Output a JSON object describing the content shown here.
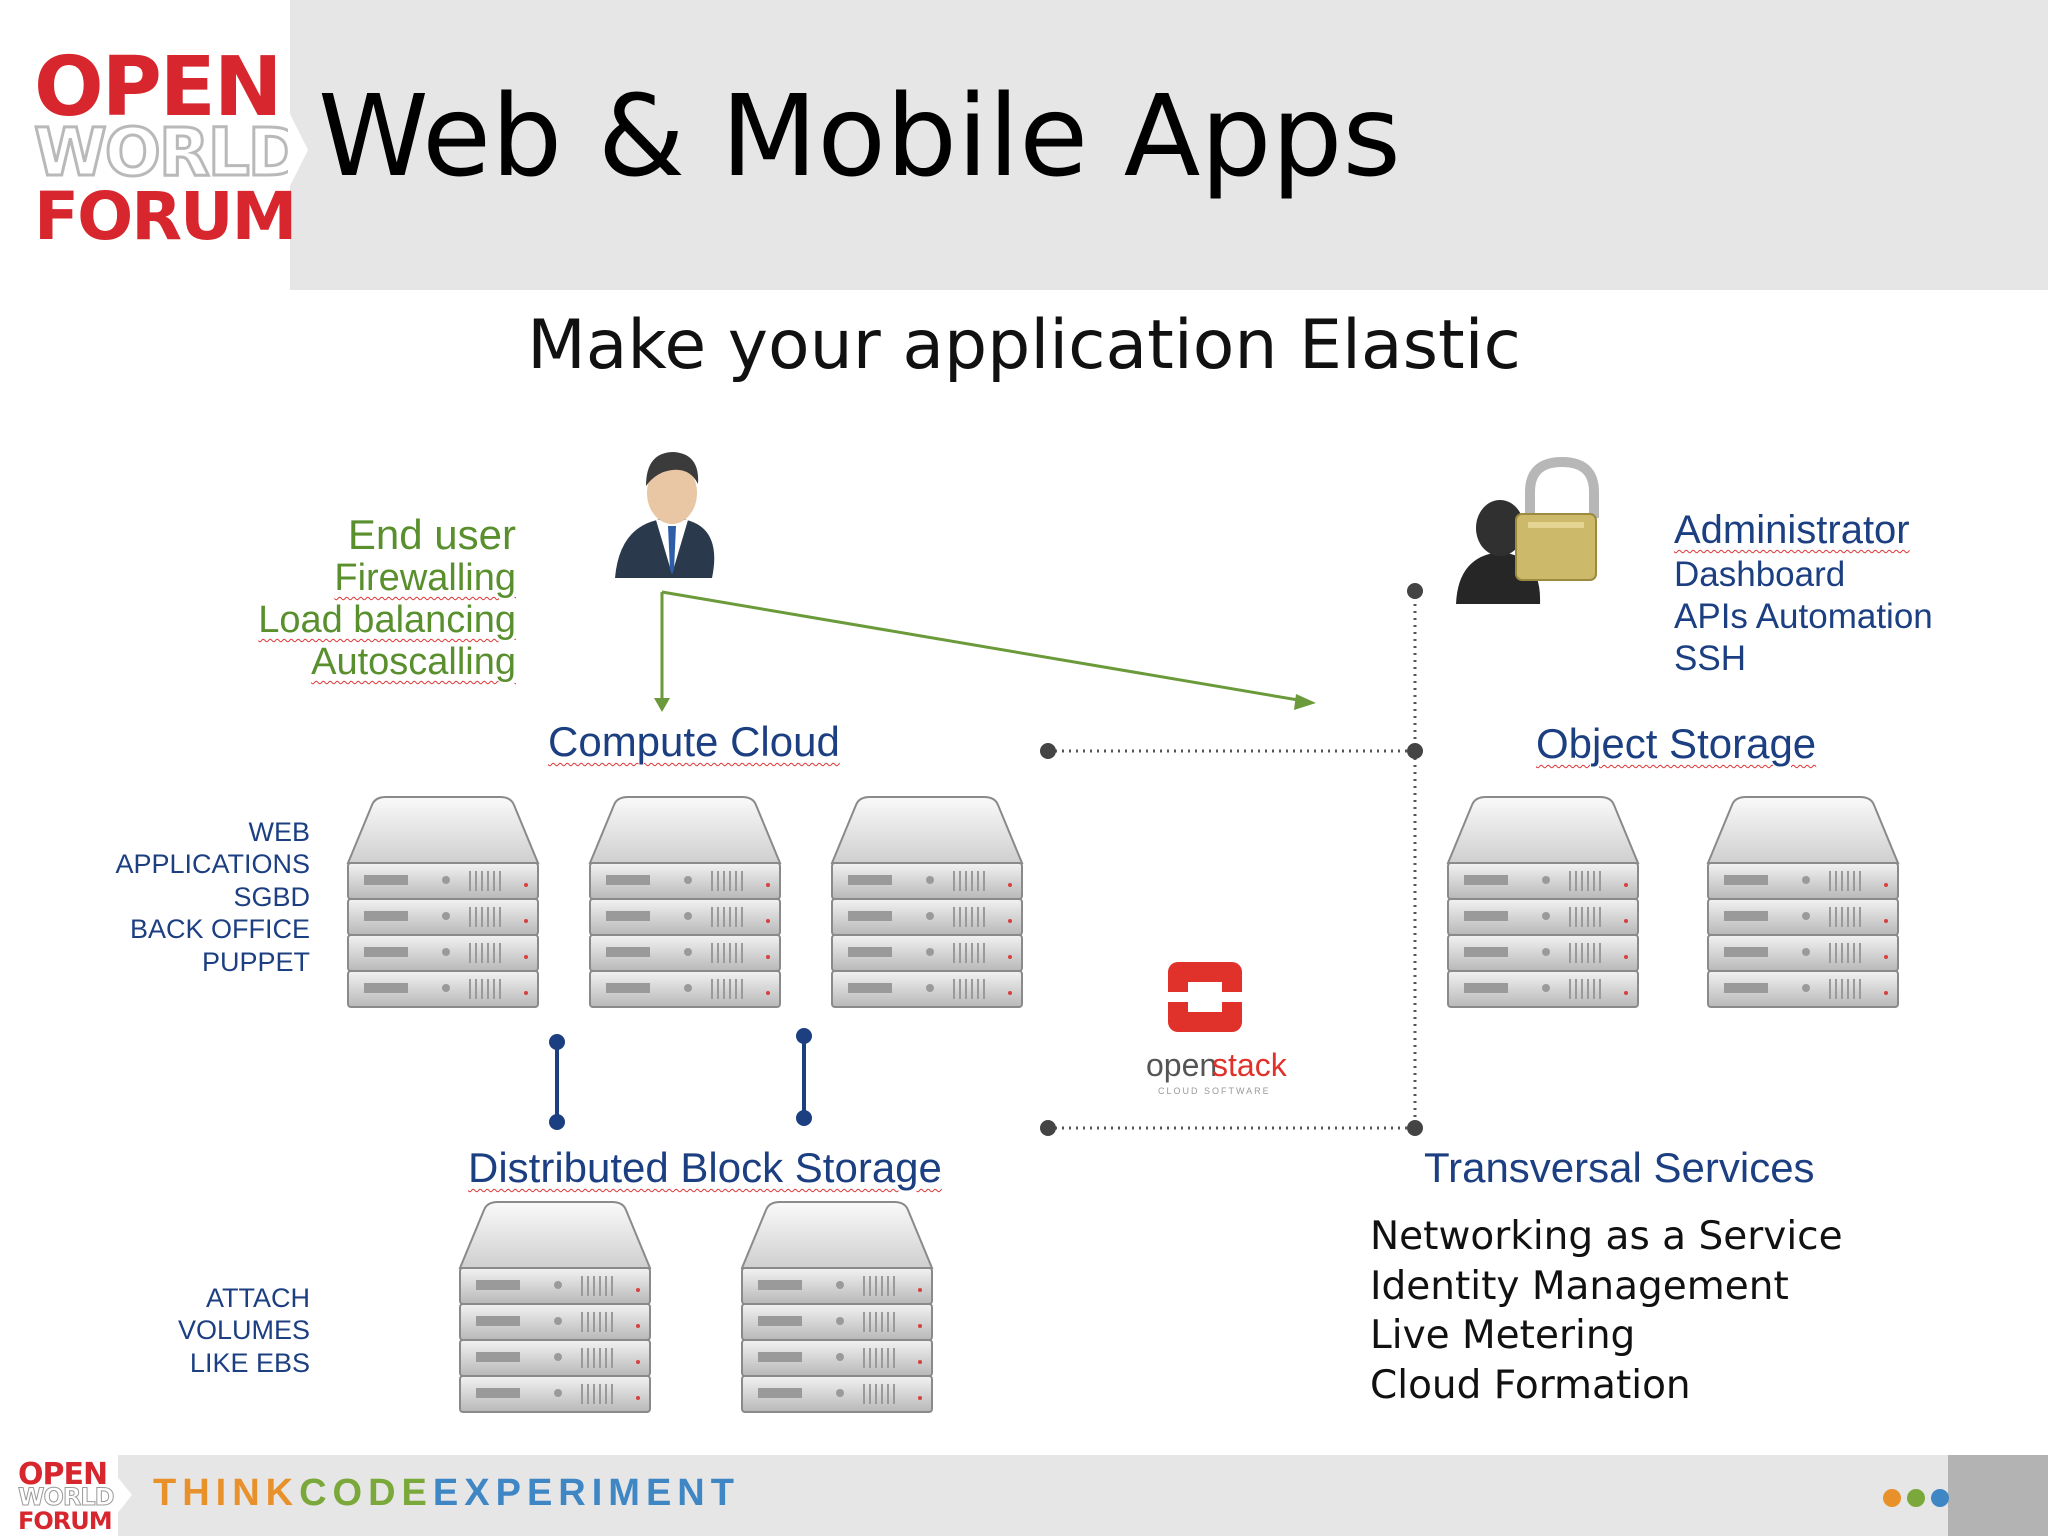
{
  "logo": {
    "line1": "OPEN",
    "line2": "WORLD",
    "line3": "FORUM"
  },
  "header": {
    "title": "Web & Mobile Apps"
  },
  "subtitle": "Make your application Elastic",
  "end_user": {
    "title": "End user",
    "items": [
      "Firewalling",
      "Load balancing",
      "Autoscalling"
    ]
  },
  "compute": {
    "title": "Compute Cloud",
    "labels": [
      "WEB",
      "APPLICATIONS",
      "SGBD",
      "BACK OFFICE",
      "PUPPET"
    ]
  },
  "block_storage": {
    "title": "Distributed Block Storage",
    "labels": [
      "ATTACH",
      "VOLUMES",
      "LIKE EBS"
    ]
  },
  "administrator": {
    "title": "Administrator",
    "items": [
      "Dashboard",
      "APIs Automation",
      "SSH"
    ]
  },
  "object_storage": {
    "title": "Object Storage"
  },
  "openstack": {
    "word1": "open",
    "word2": "stack",
    "tagline": "CLOUD SOFTWARE"
  },
  "transversal": {
    "title": "Transversal Services",
    "items": [
      "Networking as a Service",
      "Identity Management",
      "Live Metering",
      "Cloud Formation"
    ]
  },
  "footer": {
    "logo": {
      "line1": "OPEN",
      "line2": "WORLD",
      "line3": "FORUM"
    },
    "tagline": {
      "think": "THINK",
      "code": "CODE",
      "experiment": "EXPERIMENT"
    }
  },
  "colors": {
    "logo_red": "#d7262e",
    "logo_gray": "#b9b9b9",
    "arrow_green": "#6a9a3a",
    "label_blue": "#1c3f82",
    "openstack_red": "#e0312a",
    "think_orange": "#e8902a",
    "code_green": "#7aa83a",
    "experiment_blue": "#3f86c5"
  },
  "icons": [
    "businessman-icon",
    "admin-lock-icon",
    "server-icon",
    "openstack-logo-icon",
    "pager-dots-icon"
  ]
}
